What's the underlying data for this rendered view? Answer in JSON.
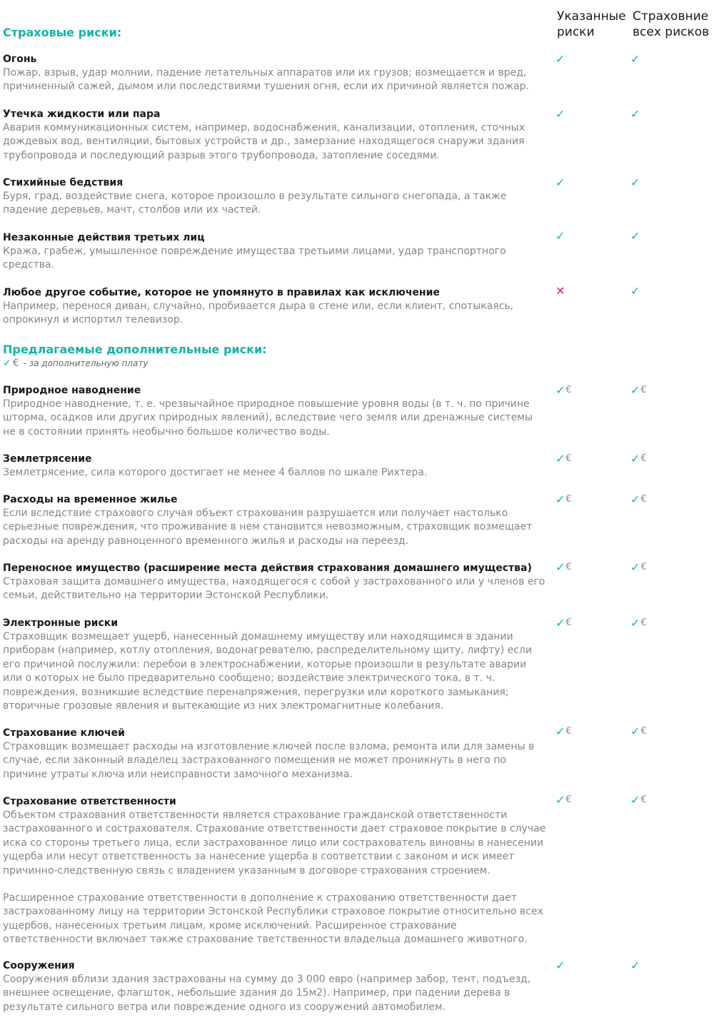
{
  "header": {
    "col1": "Указанные риски",
    "col2": "Страховние всех рисков"
  },
  "sections": {
    "main_title": "Страховые риски:",
    "extra_title": "Предлагаемые дополнительные риски:",
    "legend_text": "- за дополнительную плату"
  },
  "symbols": {
    "check": "✓",
    "cross": "✕",
    "euro": "€"
  },
  "colors": {
    "accent": "#10b5a7",
    "cross": "#e32c3a",
    "muted": "#858585"
  },
  "risks": [
    {
      "title": "Огонь",
      "desc": [
        "Пожар, взрыв, удар молнии, падение летательных аппаратов или их грузов; возмещается и вред, причиненный сажей, дымом или последствиями тушения огня, если их причиной является пожар."
      ],
      "col1": "check",
      "col2": "check"
    },
    {
      "title": "Утечка жидкости или пара",
      "desc": [
        "Авария коммуникационных систем, например, водоснабжения, канализации, отопления, сточных дождевых вод, вентиляции, бытовых устройств и др., замерзание находящегося снаружи здания трубопровода и последующий разрыв этого трубопровода, затопление соседями."
      ],
      "col1": "check",
      "col2": "check"
    },
    {
      "title": "Стихийные бедствия",
      "desc": [
        "Буря, град, воздействие снега, которое произошло в результате сильного снегопада, а также падение деревьев, мачт, столбов или их частей."
      ],
      "col1": "check",
      "col2": "check"
    },
    {
      "title": "Незаконные действия третьих лиц",
      "desc": [
        "Кража, грабеж, умышленное повреждение имущества третьими лицами, удар транспортного средства."
      ],
      "col1": "check",
      "col2": "check"
    },
    {
      "title": "Любое другое событие, которое не упомянуто в правилах как исключение",
      "desc": [
        "Например, перенося диван, случайно, пробивается дыра в стене или, если клиент, спотыкаясь, опрокинул и испортил телевизор."
      ],
      "col1": "cross",
      "col2": "check"
    }
  ],
  "extras": [
    {
      "title": "Природное наводнение",
      "desc": [
        "Природное наводнение, т. е. чрезвычайное природное повышение уровня воды (в т. ч. по причине шторма, осадков или других природных явлений), вследствие чего земля или дренажные системы не в состоянии принять необычно большое количество воды."
      ],
      "col1": "check-euro",
      "col2": "check-euro"
    },
    {
      "title": "Землетрясение",
      "desc": [
        "Землетрясение, сила которого достигает не менее 4 баллов по шкале Рихтера."
      ],
      "col1": "check-euro",
      "col2": "check-euro"
    },
    {
      "title": "Расходы на временное жилье",
      "desc": [
        "Если вследствие страхового случая объект страхования разрушается или получает настолько серьезные повреждения, что проживание в нем становится невозможным, страховщик возмещает расходы на аренду равноценного временного жилья и расходы на переезд."
      ],
      "col1": "check-euro",
      "col2": "check-euro"
    },
    {
      "title": "Переносное имущество (расширение места действия страхования домашнего имущества)",
      "desc": [
        "Страховая защита домашнего имущества, находящегося с собой у застрахованного или у членов его семьи, действительно на территории Эстонской Республики."
      ],
      "col1": "check-euro",
      "col2": "check-euro"
    },
    {
      "title": "Электронные риски",
      "desc": [
        "Страховщик возмещает ущерб, нанесенный домашнему имуществу или находящимся в здании приборам (например, котлу отопления, водонагревателю, распределительному щиту, лифту) если его причиной послужили: перебои в электроснабжении, которые произошли в результате аварии или о которых не было предварительно сообщено; воздействие электрического тока, в т. ч. повреждения, возникшие вследствие перенапряжения, перегрузки или короткого замыкания; вторичные грозовые явления и вытекающие из них электромагнитные колебания."
      ],
      "col1": "check-euro",
      "col2": "check-euro"
    },
    {
      "title": "Страхование ключей",
      "desc": [
        "Страховщик возмещает расходы на изготовление ключей после взлома, ремонта или для замены в случае, если законный владелец застрахованного помещения не может проникнуть в него по причине утраты ключа или неисправности замочного механизма."
      ],
      "col1": "check-euro",
      "col2": "check-euro"
    },
    {
      "title": "Страхование ответственности",
      "desc": [
        "Объектом страхования ответственности является страхование гражданской ответственности застрахованного и сострахователя. Страхование ответственности дает страховое покрытие в случае иска со стороны третьего лица, если застрахованное лицо или сострахователь виновны в нанесении ущерба или несут ответственность за нанесение ущерба в соответствии с законом и иск имеет причинно-следственную связь с владением указанным в договоре страхования строением.",
        "Расширенное страхование ответственности в дополнение к страхованию ответственности дает застрахованному лицу на территории Эстонской Республики страховое покрытие относительно всех ущербов, нанесенных третьим лицам, кроме исключений. Расширенное страхование ответственности включает также страхование тветственности владельца домашнего животного."
      ],
      "col1": "check-euro",
      "col2": "check-euro"
    },
    {
      "title": "Сооружения",
      "desc": [
        "Сооружения вблизи здания застрахованы на сумму до 3 000 евро (например забор, тент, подъезд, внешнее освещение, флагшток, небольшие здания до 15м2). Например, при падении дерева в результате сильного ветра или повреждение одного из сооружений автомобилем."
      ],
      "col1": "check",
      "col2": "check"
    }
  ]
}
